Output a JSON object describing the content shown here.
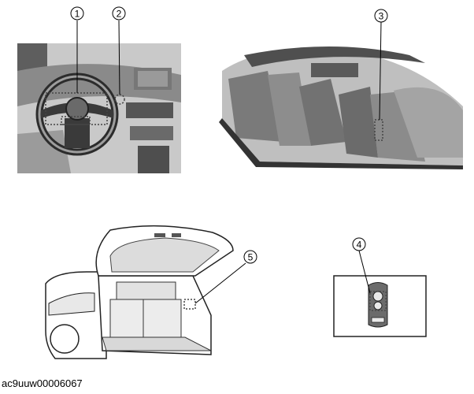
{
  "callouts": {
    "c1": "1",
    "c2": "2",
    "c3": "3",
    "c4": "4",
    "c5": "5"
  },
  "image_id": "ac9uuw00006067",
  "colors": {
    "line": "#222222",
    "interior_dark": "#6e6e6e",
    "interior_mid": "#a8a8a8",
    "interior_light": "#d6d6d6",
    "highlight_box": "#444444"
  },
  "icons": {
    "key_fob": "key-fob-icon"
  }
}
